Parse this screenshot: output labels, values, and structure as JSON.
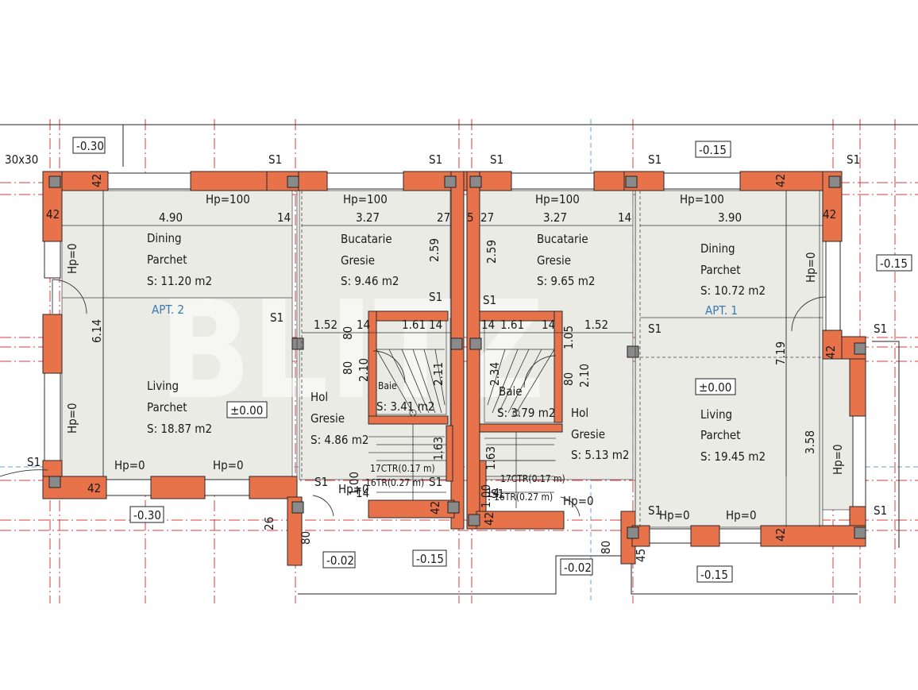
{
  "watermark": "BLITZ",
  "colors": {
    "wall": "#e8734a",
    "wall_outline": "#2a2a2a",
    "floor": "#ebebe6",
    "axis": "#d43c3c",
    "apt_label": "#3a78b4"
  },
  "levels": {
    "outer_left_top": "-0.30",
    "outer_top_right": "-0.15",
    "outer_right": "-0.15",
    "outer_bottom_left": "-0.30",
    "entry_left": "-0.02",
    "stair_bottom": "-0.15",
    "entry_right": "-0.02",
    "outer_bottom_right": "-0.15",
    "living_left": "±0.00",
    "living_right": "±0.00"
  },
  "column_label": "30x30",
  "apartments": {
    "left": "APT. 2",
    "right": "APT. 1"
  },
  "rooms": {
    "dining_left": {
      "name": "Dining",
      "floor": "Parchet",
      "area": "S: 11.20 m2"
    },
    "kitchen_left": {
      "name": "Bucatarie",
      "floor": "Gresie",
      "area": "S: 9.46 m2"
    },
    "kitchen_right": {
      "name": "Bucatarie",
      "floor": "Gresie",
      "area": "S: 9.65 m2"
    },
    "dining_right": {
      "name": "Dining",
      "floor": "Parchet",
      "area": "S: 10.72 m2"
    },
    "living_left": {
      "name": "Living",
      "floor": "Parchet",
      "area": "S: 18.87 m2"
    },
    "hall_left": {
      "name": "Hol",
      "floor": "Gresie",
      "area": "S: 4.86 m2"
    },
    "bath_left": {
      "name": "Baie",
      "area": "S: 3.41 m2"
    },
    "bath_right": {
      "name": "Baie",
      "area": "S: 3.79 m2"
    },
    "hall_right": {
      "name": "Hol",
      "floor": "Gresie",
      "area": "S: 5.13 m2"
    },
    "living_right": {
      "name": "Living",
      "floor": "Parchet",
      "area": "S: 19.45 m2"
    }
  },
  "stairs": {
    "left": {
      "a": "17CTR(0.17 m)",
      "b": "16TR(0.27 m)"
    },
    "right": {
      "a": "17CTR(0.17 m)",
      "b": "16TR(0.27 m)"
    }
  },
  "labels": {
    "S1": "S1",
    "hp100": "Hp=100",
    "hp0": "Hp=0"
  },
  "dimensions": {
    "d_490": "4.90",
    "d_327a": "3.27",
    "d_327b": "3.27",
    "d_390": "3.90",
    "d_14a": "14",
    "d_27a": "27",
    "d_5": "5",
    "d_27b": "27",
    "d_14b": "14",
    "d_42_tl": "42",
    "d_42_tl2": "42",
    "d_42_tr": "42",
    "d_42_tr2": "42",
    "d_259a": "2.59",
    "d_259b": "2.59",
    "d_614": "6.14",
    "d_719": "7.19",
    "d_358": "3.58",
    "d_152a": "1.52",
    "d_14c": "14",
    "d_161a": "1.61",
    "d_14d": "14",
    "d_14e": "14",
    "d_161b": "1.61",
    "d_14f": "14",
    "d_152b": "1.52",
    "d_80a": "80",
    "d_80b": "80",
    "d_210a": "2.10",
    "d_211": "2.11",
    "d_234": "2.34",
    "d_105": "1.05",
    "d_80c": "80",
    "d_210b": "2.10",
    "d_42_mid": "42",
    "d_163a": "1.63",
    "d_163b": "1.63",
    "d_100a": "1.00",
    "d_100b": "1.00",
    "d_14g": "14",
    "d_14h": "14",
    "d_42_bl": "42",
    "d_42_bs1": "42",
    "d_42_bs2": "42",
    "d_42_br": "42",
    "d_26": "26",
    "d_80d": "80",
    "d_80e": "80",
    "d_45": "45"
  }
}
